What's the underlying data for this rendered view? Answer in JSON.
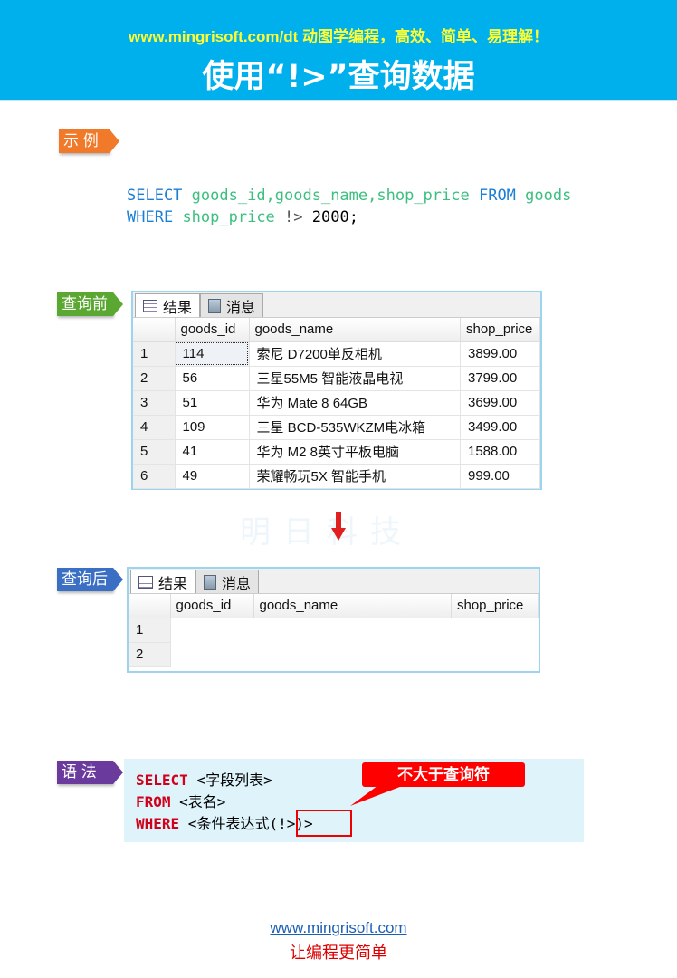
{
  "header": {
    "url": "www.mingrisoft.com/dt",
    "slogan": "动图学编程，高效、简单、易理解！",
    "title": "使用“!>”查询数据"
  },
  "example": {
    "tag": "示 例",
    "line1": {
      "kw1": "SELECT",
      "cols": "goods_id,goods_name,shop_price",
      "kw2": "FROM",
      "table": "goods"
    },
    "line2": {
      "kw": "WHERE",
      "col": "shop_price",
      "op": "!>",
      "val": "2000;"
    }
  },
  "before": {
    "tag": "查询前",
    "tabs": [
      "结果",
      "消息"
    ],
    "columns": [
      "goods_id",
      "goods_name",
      "shop_price"
    ],
    "rows": [
      [
        "1",
        "114",
        "索尼 D7200单反相机",
        "3899.00"
      ],
      [
        "2",
        "56",
        "三星55M5 智能液晶电视",
        "3799.00"
      ],
      [
        "3",
        "51",
        "华为 Mate 8 64GB",
        "3699.00"
      ],
      [
        "4",
        "109",
        "三星 BCD-535WKZM电冰箱",
        "3499.00"
      ],
      [
        "5",
        "41",
        "华为 M2 8英寸平板电脑",
        "1588.00"
      ],
      [
        "6",
        "49",
        "荣耀畅玩5X 智能手机",
        "999.00"
      ]
    ]
  },
  "watermark": "明日科技",
  "after": {
    "tag": "查询后",
    "tabs": [
      "结果",
      "消息"
    ],
    "columns": [
      "goods_id",
      "goods_name",
      "shop_price"
    ],
    "rows": [
      [
        "1"
      ],
      [
        "2"
      ]
    ]
  },
  "syntax": {
    "tag": "语 法",
    "l1k": "SELECT",
    "l1": " <字段列表>",
    "l2k": "FROM",
    "l2": " <表名>",
    "l3k": "WHERE",
    "l3": " <条件表达式",
    "l3op": "(!>)",
    "l3end": ">",
    "callout": "不大于查询符"
  },
  "footer": {
    "url": "www.mingrisoft.com",
    "slogan": "让编程更简单"
  },
  "colors": {
    "header": "#00b0ec",
    "example_tag": "#f07a2a",
    "before_tag": "#5aa832",
    "after_tag": "#3a6fc4",
    "syntax_tag": "#6a3a9c",
    "accent_red": "#e00000"
  }
}
